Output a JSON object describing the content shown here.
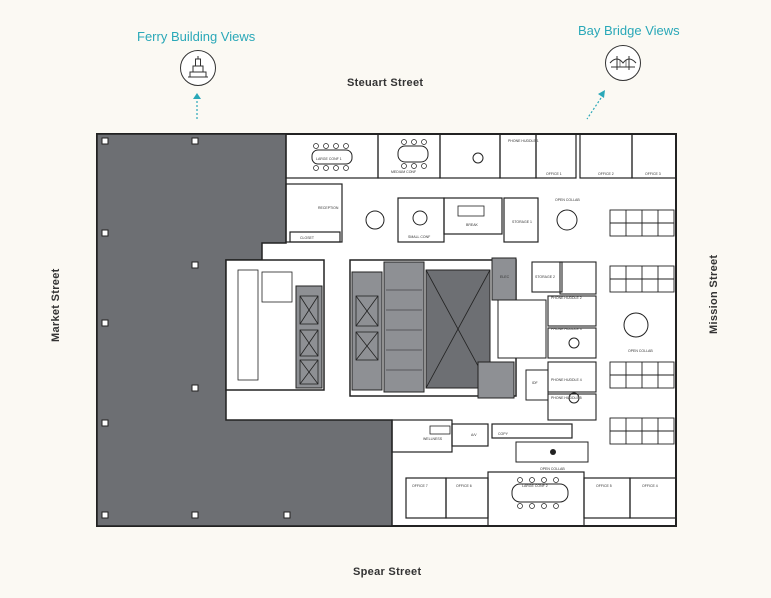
{
  "streets": {
    "north": "Steuart Street",
    "south": "Spear Street",
    "west": "Market Street",
    "east": "Mission Street"
  },
  "views": [
    {
      "label": "Ferry Building Views",
      "icon": "ferry-building-icon"
    },
    {
      "label": "Bay Bridge Views",
      "icon": "bay-bridge-icon"
    }
  ],
  "rooms": {
    "large_conf_1": "LARGE CONF 1",
    "medium_conf": "MEDIUM CONF",
    "phone_huddle_1": "PHONE HUDDLE 1",
    "office_1": "OFFICE 1",
    "office_2": "OFFICE 2",
    "office_3": "OFFICE 3",
    "reception": "RECEPTION",
    "closet": "CLOSET",
    "small_conf": "SMALL CONF",
    "break": "BREAK",
    "storage_1": "STORAGE 1",
    "open_collab_1": "OPEN COLLAB",
    "storage_2": "STORAGE 2",
    "phone_huddle_2": "PHONE HUDDLE 2",
    "phone_huddle_3": "PHONE HUDDLE 3",
    "phone_huddle_4": "PHONE HUDDLE 4",
    "phone_huddle_5": "PHONE HUDDLE 5",
    "open_collab_2": "OPEN COLLAB",
    "elec": "ELEC",
    "idf": "IDF",
    "wellness": "WELLNESS",
    "av": "A/V",
    "copy": "COPY",
    "open_collab_3": "OPEN COLLAB",
    "office_7": "OFFICE 7",
    "office_6": "OFFICE 6",
    "large_conf_2": "LARGE CONF 2",
    "office_5": "OFFICE 5",
    "office_4": "OFFICE 4"
  },
  "colors": {
    "accent": "#2aa8b8",
    "core": "#6d6f73",
    "wall": "#222222",
    "background": "#fbf9f3"
  }
}
